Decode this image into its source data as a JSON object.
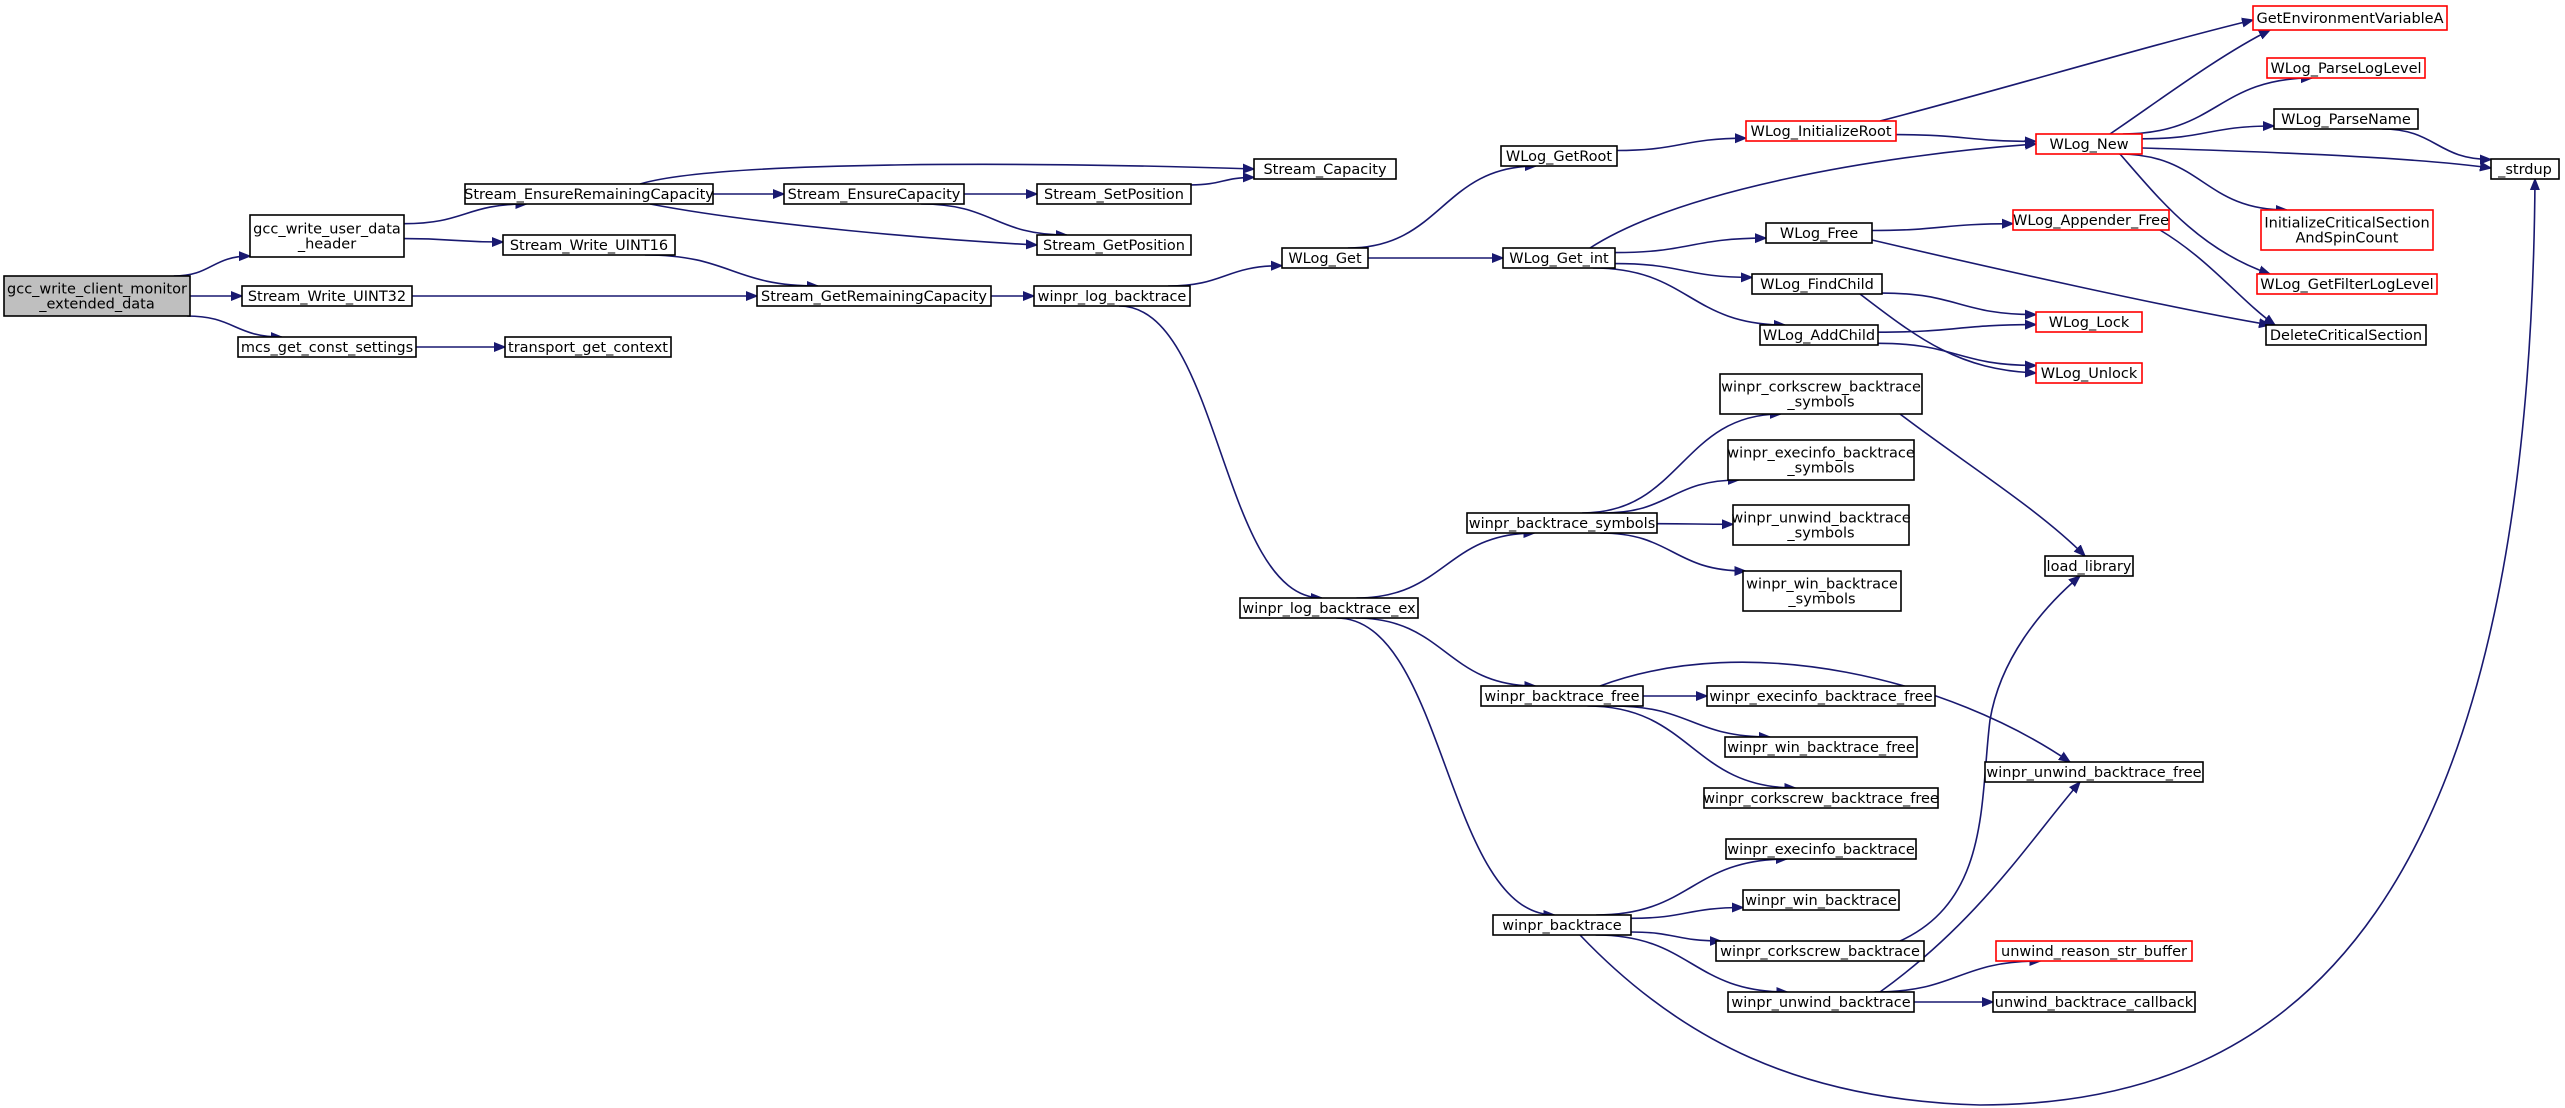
{
  "colors": {
    "edge": "#191970",
    "node_border": "#000000",
    "external_border": "#ff0000",
    "root_fill": "#bfbfbf"
  },
  "nodes": {
    "gcc_write_client_monitor_extended_data": {
      "lines": [
        "gcc_write_client_monitor",
        "_extended_data"
      ],
      "root": true
    },
    "gcc_write_user_data_header": {
      "lines": [
        "gcc_write_user_data",
        "_header"
      ]
    },
    "Stream_Write_UINT32": {
      "lines": [
        "Stream_Write_UINT32"
      ]
    },
    "mcs_get_const_settings": {
      "lines": [
        "mcs_get_const_settings"
      ]
    },
    "Stream_EnsureRemainingCapacity": {
      "lines": [
        "Stream_EnsureRemainingCapacity"
      ]
    },
    "Stream_Write_UINT16": {
      "lines": [
        "Stream_Write_UINT16"
      ]
    },
    "Stream_Capacity": {
      "lines": [
        "Stream_Capacity"
      ]
    },
    "Stream_EnsureCapacity": {
      "lines": [
        "Stream_EnsureCapacity"
      ]
    },
    "Stream_GetPosition": {
      "lines": [
        "Stream_GetPosition"
      ]
    },
    "Stream_SetPosition": {
      "lines": [
        "Stream_SetPosition"
      ]
    },
    "Stream_GetRemainingCapacity": {
      "lines": [
        "Stream_GetRemainingCapacity"
      ]
    },
    "transport_get_context": {
      "lines": [
        "transport_get_context"
      ]
    },
    "winpr_log_backtrace": {
      "lines": [
        "winpr_log_backtrace"
      ]
    },
    "WLog_Get": {
      "lines": [
        "WLog_Get"
      ]
    },
    "WLog_GetRoot": {
      "lines": [
        "WLog_GetRoot"
      ]
    },
    "WLog_Get_int": {
      "lines": [
        "WLog_Get_int"
      ]
    },
    "WLog_InitializeRoot": {
      "lines": [
        "WLog_InitializeRoot"
      ],
      "external": true
    },
    "WLog_New": {
      "lines": [
        "WLog_New"
      ],
      "external": true
    },
    "WLog_Free": {
      "lines": [
        "WLog_Free"
      ]
    },
    "WLog_FindChild": {
      "lines": [
        "WLog_FindChild"
      ]
    },
    "WLog_AddChild": {
      "lines": [
        "WLog_AddChild"
      ]
    },
    "GetEnvironmentVariableA": {
      "lines": [
        "GetEnvironmentVariableA"
      ],
      "external": true
    },
    "WLog_ParseLogLevel": {
      "lines": [
        "WLog_ParseLogLevel"
      ],
      "external": true
    },
    "WLog_ParseName": {
      "lines": [
        "WLog_ParseName"
      ]
    },
    "_strdup": {
      "lines": [
        "_strdup"
      ]
    },
    "InitializeCriticalSectionAndSpinCount": {
      "lines": [
        "InitializeCriticalSection",
        "AndSpinCount"
      ],
      "external": true
    },
    "WLog_GetFilterLogLevel": {
      "lines": [
        "WLog_GetFilterLogLevel"
      ],
      "external": true
    },
    "WLog_Appender_Free": {
      "lines": [
        "WLog_Appender_Free"
      ],
      "external": true
    },
    "DeleteCriticalSection": {
      "lines": [
        "DeleteCriticalSection"
      ]
    },
    "WLog_Lock": {
      "lines": [
        "WLog_Lock"
      ],
      "external": true
    },
    "WLog_Unlock": {
      "lines": [
        "WLog_Unlock"
      ],
      "external": true
    },
    "winpr_log_backtrace_ex": {
      "lines": [
        "winpr_log_backtrace_ex"
      ]
    },
    "winpr_backtrace_symbols": {
      "lines": [
        "winpr_backtrace_symbols"
      ]
    },
    "winpr_corkscrew_backtrace_symbols": {
      "lines": [
        "winpr_corkscrew_backtrace",
        "_symbols"
      ]
    },
    "winpr_execinfo_backtrace_symbols": {
      "lines": [
        "winpr_execinfo_backtrace",
        "_symbols"
      ]
    },
    "winpr_unwind_backtrace_symbols": {
      "lines": [
        "winpr_unwind_backtrace",
        "_symbols"
      ]
    },
    "winpr_win_backtrace_symbols": {
      "lines": [
        "winpr_win_backtrace",
        "_symbols"
      ]
    },
    "load_library": {
      "lines": [
        "load_library"
      ]
    },
    "winpr_backtrace_free": {
      "lines": [
        "winpr_backtrace_free"
      ]
    },
    "winpr_execinfo_backtrace_free": {
      "lines": [
        "winpr_execinfo_backtrace_free"
      ]
    },
    "winpr_win_backtrace_free": {
      "lines": [
        "winpr_win_backtrace_free"
      ]
    },
    "winpr_corkscrew_backtrace_free": {
      "lines": [
        "winpr_corkscrew_backtrace_free"
      ]
    },
    "winpr_unwind_backtrace_free": {
      "lines": [
        "winpr_unwind_backtrace_free"
      ]
    },
    "winpr_backtrace": {
      "lines": [
        "winpr_backtrace"
      ]
    },
    "winpr_execinfo_backtrace": {
      "lines": [
        "winpr_execinfo_backtrace"
      ]
    },
    "winpr_win_backtrace": {
      "lines": [
        "winpr_win_backtrace"
      ]
    },
    "winpr_corkscrew_backtrace": {
      "lines": [
        "winpr_corkscrew_backtrace"
      ]
    },
    "winpr_unwind_backtrace": {
      "lines": [
        "winpr_unwind_backtrace"
      ]
    },
    "unwind_reason_str_buffer": {
      "lines": [
        "unwind_reason_str_buffer"
      ],
      "external": true
    },
    "unwind_backtrace_callback": {
      "lines": [
        "unwind_backtrace_callback"
      ]
    }
  },
  "edges": [
    [
      "gcc_write_client_monitor_extended_data",
      "gcc_write_user_data_header"
    ],
    [
      "gcc_write_client_monitor_extended_data",
      "Stream_Write_UINT32"
    ],
    [
      "gcc_write_client_monitor_extended_data",
      "mcs_get_const_settings"
    ],
    [
      "gcc_write_user_data_header",
      "Stream_EnsureRemainingCapacity"
    ],
    [
      "gcc_write_user_data_header",
      "Stream_Write_UINT16"
    ],
    [
      "Stream_EnsureRemainingCapacity",
      "Stream_Capacity"
    ],
    [
      "Stream_EnsureRemainingCapacity",
      "Stream_EnsureCapacity"
    ],
    [
      "Stream_EnsureRemainingCapacity",
      "Stream_GetPosition"
    ],
    [
      "Stream_EnsureCapacity",
      "Stream_SetPosition"
    ],
    [
      "Stream_EnsureCapacity",
      "Stream_GetPosition"
    ],
    [
      "Stream_SetPosition",
      "Stream_Capacity"
    ],
    [
      "Stream_Write_UINT16",
      "Stream_GetRemainingCapacity"
    ],
    [
      "Stream_Write_UINT32",
      "Stream_GetRemainingCapacity"
    ],
    [
      "Stream_GetRemainingCapacity",
      "winpr_log_backtrace"
    ],
    [
      "mcs_get_const_settings",
      "transport_get_context"
    ],
    [
      "winpr_log_backtrace",
      "WLog_Get"
    ],
    [
      "winpr_log_backtrace",
      "winpr_log_backtrace_ex"
    ],
    [
      "WLog_Get",
      "WLog_GetRoot"
    ],
    [
      "WLog_Get",
      "WLog_Get_int"
    ],
    [
      "WLog_GetRoot",
      "WLog_InitializeRoot"
    ],
    [
      "WLog_InitializeRoot",
      "GetEnvironmentVariableA"
    ],
    [
      "WLog_InitializeRoot",
      "WLog_New"
    ],
    [
      "WLog_Get_int",
      "WLog_New"
    ],
    [
      "WLog_Get_int",
      "WLog_Free"
    ],
    [
      "WLog_Get_int",
      "WLog_FindChild"
    ],
    [
      "WLog_Get_int",
      "WLog_AddChild"
    ],
    [
      "WLog_New",
      "GetEnvironmentVariableA"
    ],
    [
      "WLog_New",
      "WLog_ParseLogLevel"
    ],
    [
      "WLog_New",
      "WLog_ParseName"
    ],
    [
      "WLog_New",
      "_strdup"
    ],
    [
      "WLog_New",
      "InitializeCriticalSectionAndSpinCount"
    ],
    [
      "WLog_New",
      "WLog_GetFilterLogLevel"
    ],
    [
      "WLog_ParseName",
      "_strdup"
    ],
    [
      "WLog_Free",
      "WLog_Appender_Free"
    ],
    [
      "WLog_Free",
      "DeleteCriticalSection"
    ],
    [
      "WLog_Appender_Free",
      "DeleteCriticalSection"
    ],
    [
      "WLog_FindChild",
      "WLog_Lock"
    ],
    [
      "WLog_FindChild",
      "WLog_Unlock"
    ],
    [
      "WLog_AddChild",
      "WLog_Lock"
    ],
    [
      "WLog_AddChild",
      "WLog_Unlock"
    ],
    [
      "winpr_log_backtrace_ex",
      "winpr_backtrace_symbols"
    ],
    [
      "winpr_log_backtrace_ex",
      "winpr_backtrace_free"
    ],
    [
      "winpr_log_backtrace_ex",
      "winpr_backtrace"
    ],
    [
      "winpr_backtrace_symbols",
      "winpr_corkscrew_backtrace_symbols"
    ],
    [
      "winpr_backtrace_symbols",
      "winpr_execinfo_backtrace_symbols"
    ],
    [
      "winpr_backtrace_symbols",
      "winpr_unwind_backtrace_symbols"
    ],
    [
      "winpr_backtrace_symbols",
      "winpr_win_backtrace_symbols"
    ],
    [
      "winpr_corkscrew_backtrace_symbols",
      "load_library"
    ],
    [
      "winpr_backtrace_free",
      "winpr_execinfo_backtrace_free"
    ],
    [
      "winpr_backtrace_free",
      "winpr_win_backtrace_free"
    ],
    [
      "winpr_backtrace_free",
      "winpr_corkscrew_backtrace_free"
    ],
    [
      "winpr_backtrace_free",
      "winpr_unwind_backtrace_free"
    ],
    [
      "winpr_backtrace",
      "winpr_execinfo_backtrace"
    ],
    [
      "winpr_backtrace",
      "winpr_win_backtrace"
    ],
    [
      "winpr_backtrace",
      "winpr_corkscrew_backtrace"
    ],
    [
      "winpr_backtrace",
      "winpr_unwind_backtrace"
    ],
    [
      "winpr_backtrace",
      "_strdup"
    ],
    [
      "winpr_corkscrew_backtrace",
      "load_library"
    ],
    [
      "winpr_unwind_backtrace",
      "unwind_reason_str_buffer"
    ],
    [
      "winpr_unwind_backtrace",
      "unwind_backtrace_callback"
    ],
    [
      "winpr_unwind_backtrace",
      "winpr_unwind_backtrace_free"
    ]
  ]
}
